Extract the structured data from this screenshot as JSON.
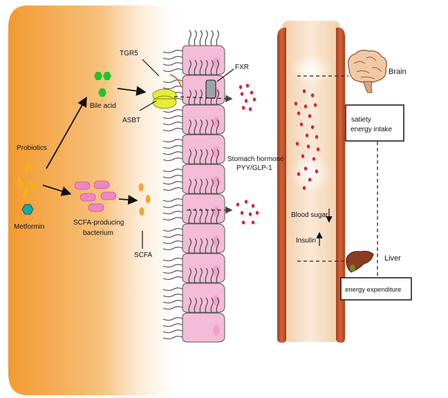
{
  "labels": {
    "tgr5": "TGR5",
    "fxr": "FXR",
    "bile_acid": "Bile acid",
    "asbt": "ASBT",
    "probiotics": "Probiotics",
    "metformin": "Metformin",
    "scfa_bacterium_line1": "SCFA-producing",
    "scfa_bacterium_line2": "bacterium",
    "scfa": "SCFA",
    "stomach_hormone_line1": "Stomach hormone",
    "stomach_hormone_line2": "PYY/GLP-1",
    "brain": "Brain",
    "satiety": "satiety",
    "energy_intake": "energy intake",
    "blood_sugar": "Blood sugar",
    "insulin": "Insulin",
    "liver": "Liver",
    "energy_expenditure": "energy expenditure"
  },
  "colors": {
    "gut_gradient_start": "#f39a2f",
    "gut_gradient_end": "#fdf3e6",
    "cell_fill": "#f4bcd6",
    "cell_stroke": "#555555",
    "vessel_wall": "#b84a24",
    "vessel_lumen": "#f6dcc2",
    "hormone_dot": "#d8203a",
    "bile_acid": "#22c22a",
    "metformin": "#16a9a7",
    "probiotic": "#f3b21b",
    "bacterium": "#ef86c0",
    "scfa": "#f0a63a"
  },
  "icons": [
    "brain-icon",
    "liver-icon",
    "bile-acid-icon",
    "metformin-icon",
    "probiotic-icon",
    "bacterium-icon",
    "scfa-icon",
    "asbt-transporter-icon",
    "fxr-receptor-icon"
  ]
}
